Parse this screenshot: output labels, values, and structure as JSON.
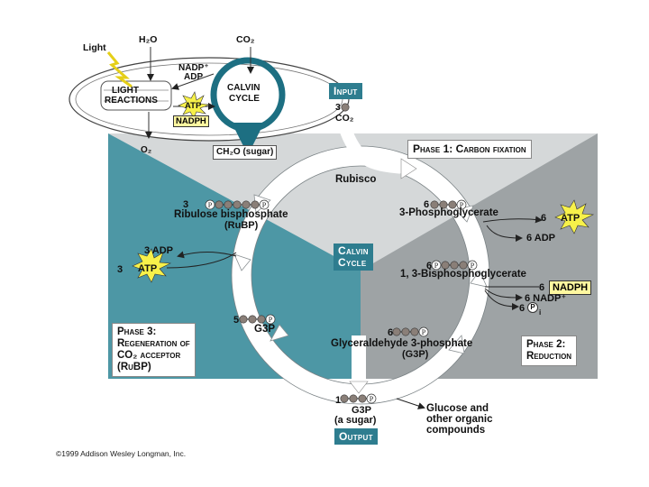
{
  "top_inset": {
    "light": "Light",
    "h2o": "H₂O",
    "co2": "CO₂",
    "nadp": "NADP⁺",
    "adp": "ADP",
    "light_reactions_1": "LIGHT",
    "light_reactions_2": "REACTIONS",
    "atp": "ATP",
    "nadph": "NADPH",
    "calvin_1": "CALVIN",
    "calvin_2": "CYCLE",
    "o2": "O₂",
    "ch2o": "CH₂O (sugar)"
  },
  "input": {
    "title": "Input",
    "count": "3",
    "molecule": "CO₂"
  },
  "phase1": {
    "title": "Phase 1: Carbon fixation",
    "enzyme": "Rubisco",
    "pga_count": "6",
    "pga_name": "3-Phosphoglycerate",
    "atp_count": "6",
    "atp": "ATP",
    "adp": "6 ADP"
  },
  "center": {
    "line1": "Calvin",
    "line2": "Cycle"
  },
  "phase2": {
    "title_1": "Phase 2:",
    "title_2": "Reduction",
    "bpg_count": "6",
    "bpg_name": "1, 3-Bisphosphoglycerate",
    "nadph_count": "6",
    "nadph": "NADPH",
    "nadp": "6 NADP⁺",
    "pi": "6",
    "pi_symbol": "P",
    "pi_sub": "i",
    "g3p_count": "6",
    "g3p_name": "Glyceraldehyde 3-phosphate",
    "g3p_abbr": "(G3P)"
  },
  "phase3": {
    "title_1": "Phase 3:",
    "title_2": "Regeneration of",
    "title_3": "CO₂ acceptor",
    "title_4": "(RuBP)",
    "rubp_count": "3",
    "rubp_name": "Ribulose bisphosphate",
    "rubp_abbr": "(RuBP)",
    "adp": "3 ADP",
    "atp_count": "3",
    "atp": "ATP",
    "g3p_count": "5",
    "g3p_label": "G3P"
  },
  "output": {
    "count": "1",
    "g3p": "G3P",
    "sugar": "(a sugar)",
    "title": "Output",
    "product_1": "Glucose and",
    "product_2": "other organic",
    "product_3": "compounds"
  },
  "phosphate_symbol": "P",
  "copyright": "©1999 Addison Wesley Longman, Inc.",
  "colors": {
    "teal": "#4d97a5",
    "light_gray": "#d5d8d9",
    "dark_gray": "#9ea3a5",
    "box_teal": "#2e7d8f",
    "atp_yellow": "#f7f14a",
    "carbon_bead": "#8a7f78"
  }
}
